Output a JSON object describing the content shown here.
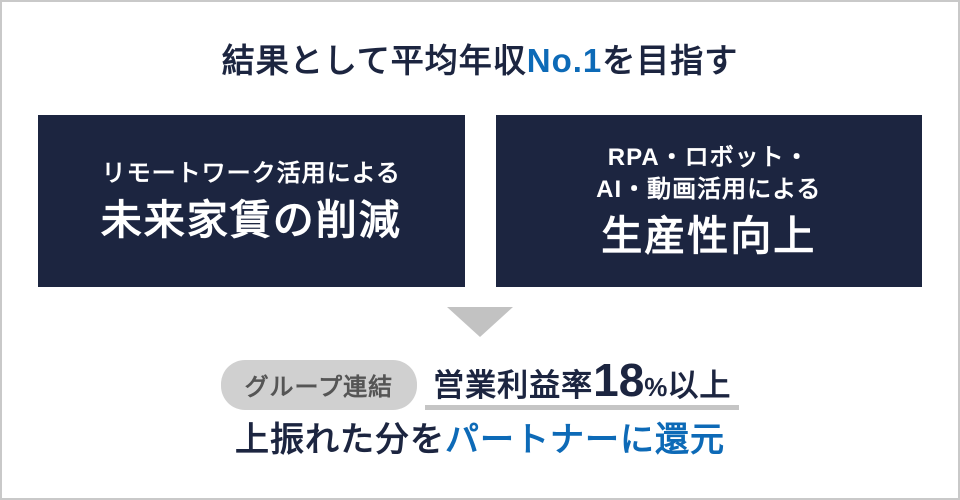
{
  "colors": {
    "navy": "#1c2540",
    "accent_blue": "#0d6ab7",
    "box_background": "#1c2540",
    "badge_background": "#d0d0d0",
    "badge_text": "#555555",
    "arrow_gray": "#c2c2c2",
    "underline_gray": "#c5c5c5",
    "frame_border": "#c9c9c9"
  },
  "title": {
    "prefix": "結果として平均年収",
    "highlight": "No.1",
    "suffix": "を目指す"
  },
  "boxes": [
    {
      "small": [
        "リモートワーク活用による"
      ],
      "large": "未来家賃の削減"
    },
    {
      "small": [
        "RPA・ロボット・",
        "AI・動画活用による"
      ],
      "large": "生産性向上"
    }
  ],
  "result": {
    "badge": "グループ連結",
    "metric": {
      "prefix": "営業利益率",
      "value": "18",
      "unit": "%",
      "suffix": "以上"
    },
    "line2": {
      "prefix": "上振れた分を",
      "highlight": "パートナーに還元"
    }
  }
}
